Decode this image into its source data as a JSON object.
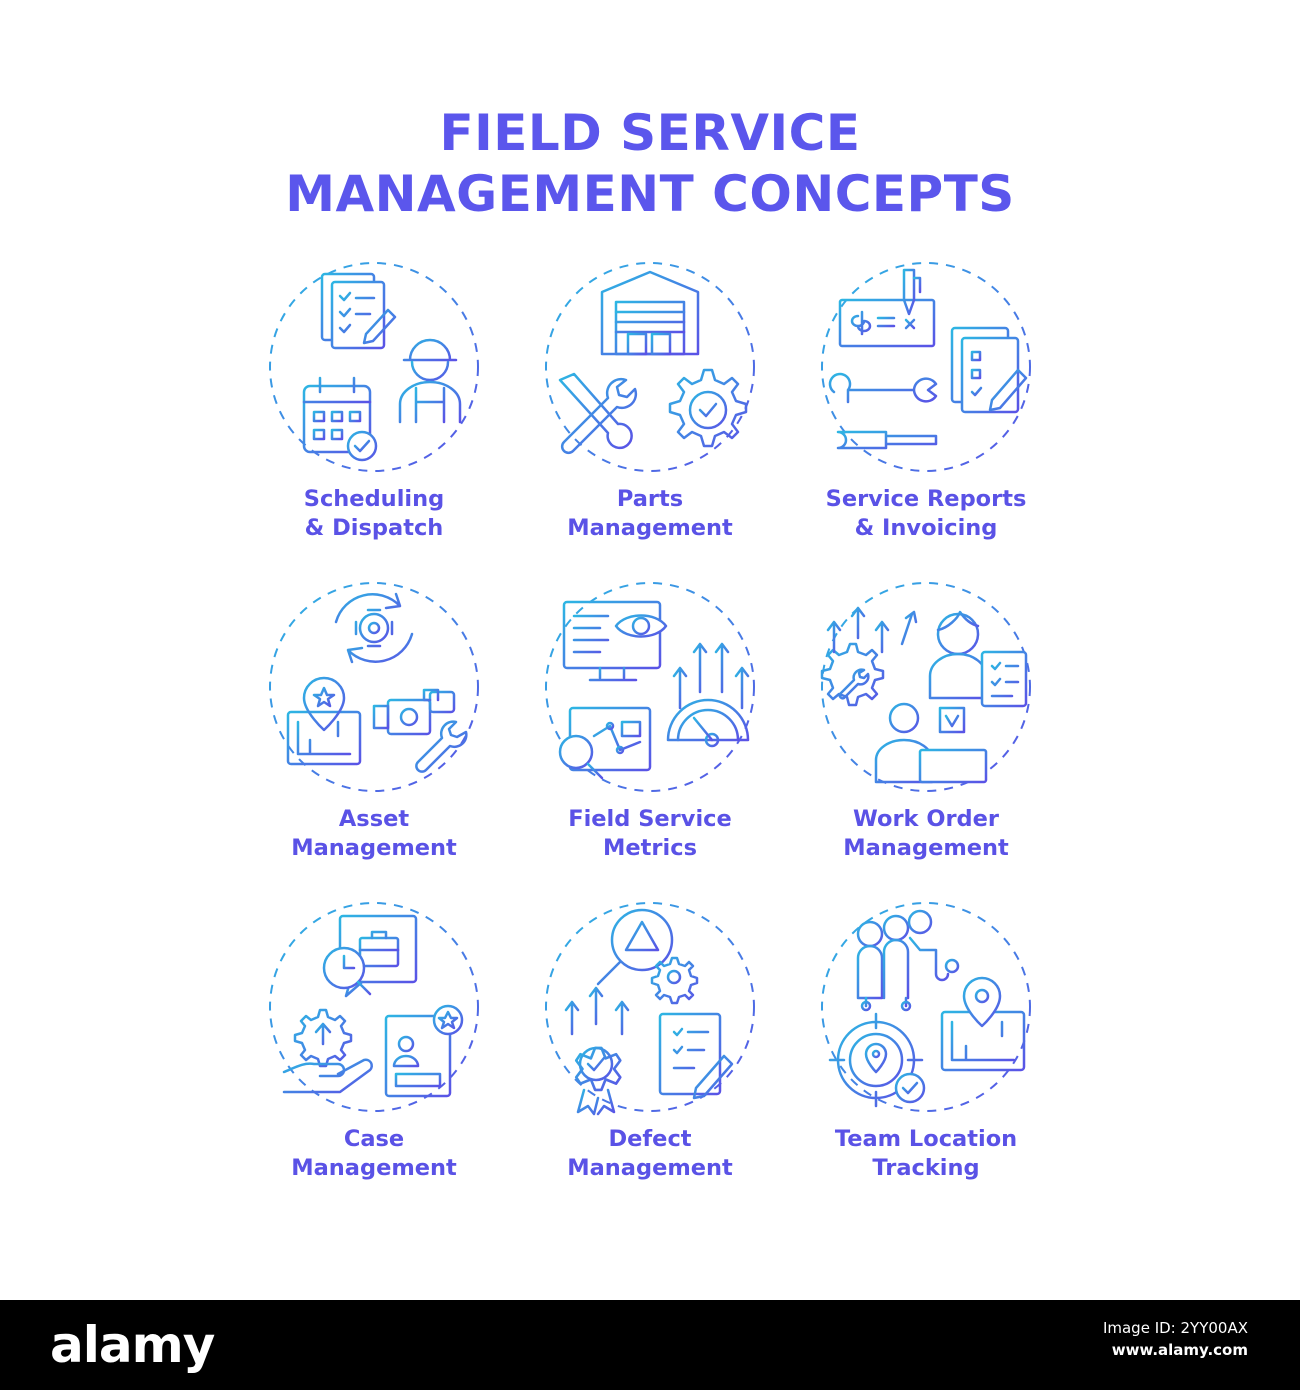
{
  "title": {
    "line1": "FIELD SERVICE",
    "line2": "MANAGEMENT CONCEPTS"
  },
  "colors": {
    "title": "#5b56ec",
    "label": "#5a52e6",
    "gradient_start": "#2db6e3",
    "gradient_end": "#5a52e6"
  },
  "concepts": [
    {
      "line1": "Scheduling",
      "line2": "& Dispatch",
      "icon": "schedule-worker-calendar-icon"
    },
    {
      "line1": "Parts",
      "line2": "Management",
      "icon": "warehouse-tools-gear-icon"
    },
    {
      "line1": "Service Reports",
      "line2": "& Invoicing",
      "icon": "check-wrench-report-icon"
    },
    {
      "line1": "Asset",
      "line2": "Management",
      "icon": "refresh-gear-location-machine-icon"
    },
    {
      "line1": "Field Service",
      "line2": "Metrics",
      "icon": "monitor-chart-gauge-icon"
    },
    {
      "line1": "Work Order",
      "line2": "Management",
      "icon": "gear-arrows-person-laptop-icon"
    },
    {
      "line1": "Case",
      "line2": "Management",
      "icon": "briefcase-gear-hand-profile-icon"
    },
    {
      "line1": "Defect",
      "line2": "Management",
      "icon": "warning-search-badge-document-icon"
    },
    {
      "line1": "Team Location",
      "line2": "Tracking",
      "icon": "team-location-target-map-icon"
    }
  ],
  "footer": {
    "logo": "alamy",
    "image_id_label": "Image ID: 2YY00AX",
    "site": "www.alamy.com"
  }
}
